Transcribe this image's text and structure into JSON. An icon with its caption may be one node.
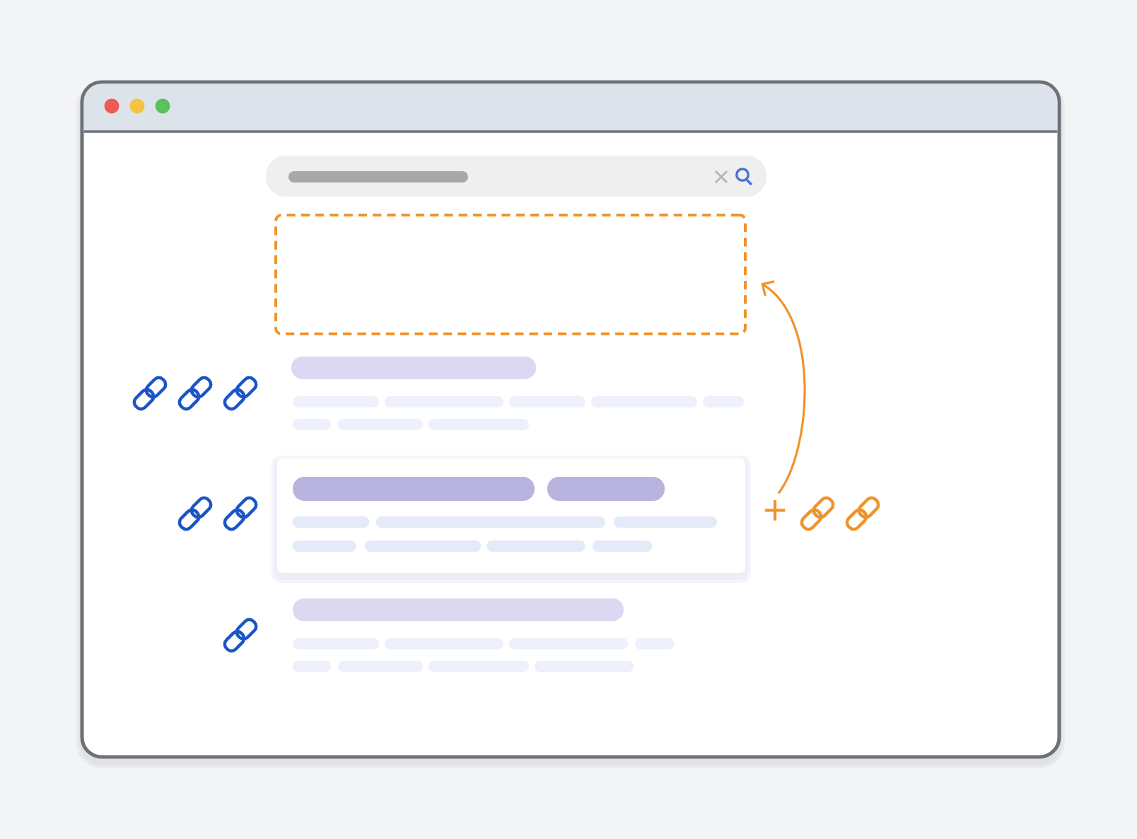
{
  "diagram": {
    "nodes": [
      {
        "text": [],
        "shape": "box"
      },
      {
        "text": [
          "+"
        ]
      }
    ],
    "edges": [
      {
        "from": 1,
        "to": 0,
        "arrow": "to"
      }
    ]
  }
}
